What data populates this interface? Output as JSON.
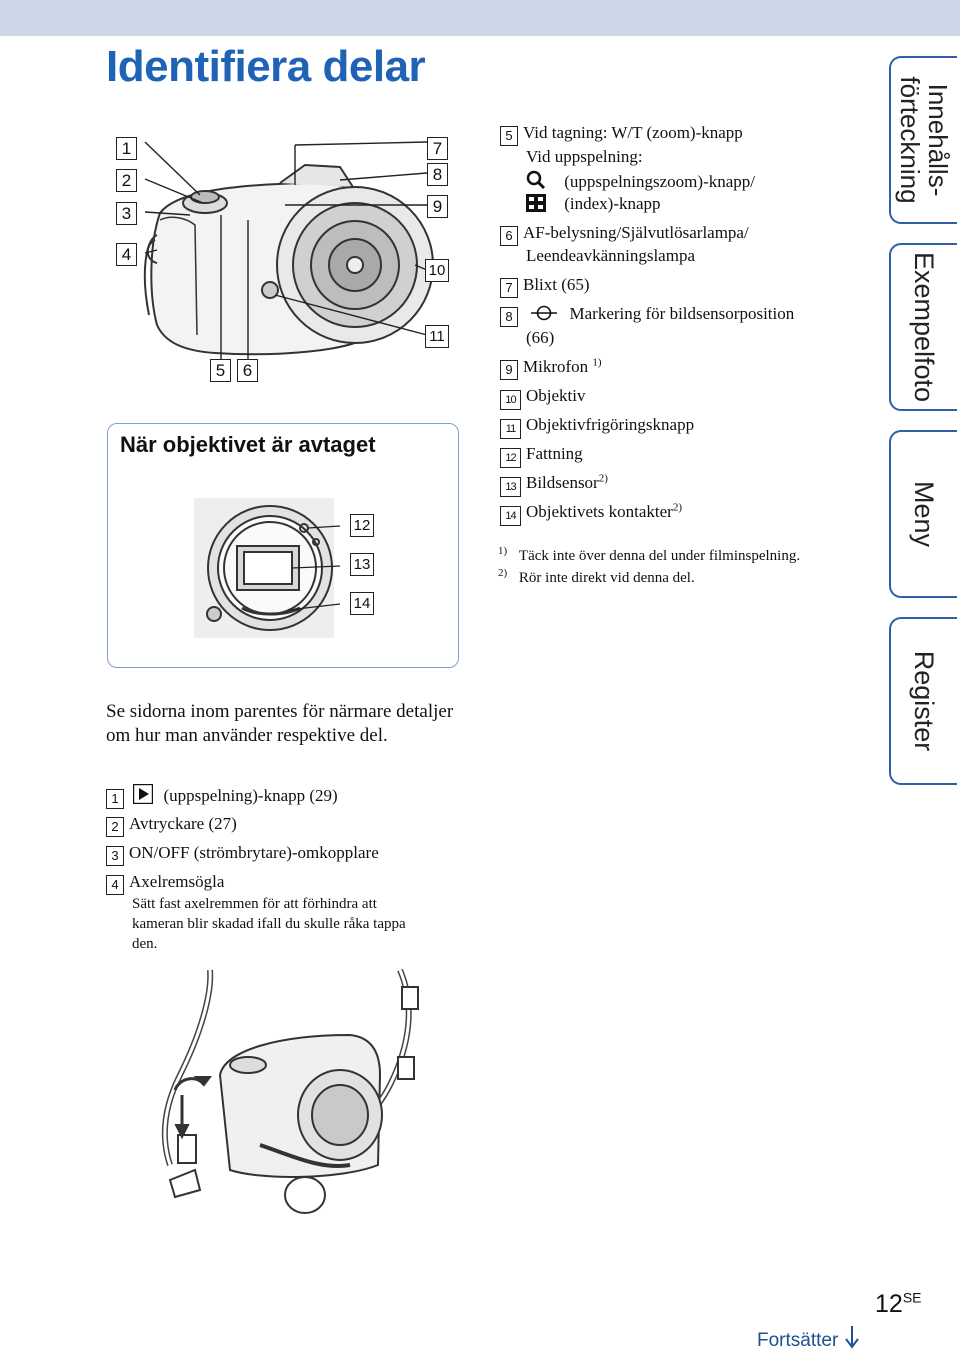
{
  "page": {
    "title": "Identifiera delar",
    "page_number": "12",
    "page_suffix": "SE",
    "continue_label": "Fortsätter",
    "continue_icon": "arrow-down-icon"
  },
  "tabs": [
    {
      "line1": "Innehålls-",
      "line2": "förteckning"
    },
    {
      "line1": "Exempelfoto"
    },
    {
      "line1": "Meny"
    },
    {
      "line1": "Register"
    }
  ],
  "camera_figure": {
    "callouts": [
      "1",
      "2",
      "3",
      "4",
      "5",
      "6",
      "7",
      "8",
      "9",
      "10",
      "11"
    ]
  },
  "inset": {
    "title": "När objektivet är avtaget",
    "callouts": [
      "12",
      "13",
      "14"
    ]
  },
  "left_text": {
    "intro": "Se sidorna inom parentes för närmare detaljer om hur man använder respektive del.",
    "items": [
      {
        "num": "1",
        "text": "(uppspelning)-knapp (29)",
        "icon": "play-icon"
      },
      {
        "num": "2",
        "text": "Avtryckare (27)"
      },
      {
        "num": "3",
        "text": "ON/OFF (strömbrytare)-omkopplare"
      },
      {
        "num": "4",
        "text": "Axelremsögla"
      }
    ],
    "strap_note_lines": [
      "Sätt fast axelremmen för att förhindra att",
      "kameran blir skadad ifall du skulle råka tappa",
      "den."
    ]
  },
  "right_text": {
    "item5_lines": [
      "Vid tagning: W/T (zoom)-knapp",
      "Vid uppspelning:",
      "(uppspelningszoom)-knapp/",
      "(index)-knapp"
    ],
    "item5_icons": [
      "magnifier-icon",
      "index-grid-icon"
    ],
    "item6_lines": [
      "AF-belysning/Självutlösarlampa/",
      "Leendeavkänningslampa"
    ],
    "items": [
      {
        "num": "5"
      },
      {
        "num": "6"
      },
      {
        "num": "7",
        "text": "Blixt (65)"
      },
      {
        "num": "8",
        "text": "Markering för bildsensorposition",
        "text2": "(66)",
        "icon": "sensor-position-icon"
      },
      {
        "num": "9",
        "text": "Mikrofon",
        "sup": "1)"
      },
      {
        "num": "10",
        "text": "Objektiv"
      },
      {
        "num": "11",
        "text": "Objektivfrigöringsknapp"
      },
      {
        "num": "12",
        "text": "Fattning"
      },
      {
        "num": "13",
        "text": "Bildsensor",
        "sup": "2)"
      },
      {
        "num": "14",
        "text": "Objektivets kontakter",
        "sup": "2)"
      }
    ],
    "footnotes": [
      {
        "mark": "1)",
        "text": "Täck inte över denna del under filminspelning."
      },
      {
        "mark": "2)",
        "text": "Rör inte direkt vid denna del."
      }
    ]
  }
}
